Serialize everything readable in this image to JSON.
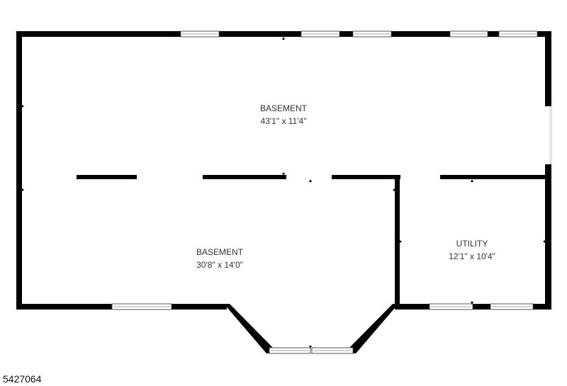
{
  "rooms": [
    {
      "name": "BASEMENT",
      "dimensions": "43'1\" x 11'4\""
    },
    {
      "name": "BASEMENT",
      "dimensions": "30'8\" x 14'0\""
    },
    {
      "name": "UTILITY",
      "dimensions": "12'1\" x 10'4\""
    }
  ],
  "listing_id": "5427064"
}
